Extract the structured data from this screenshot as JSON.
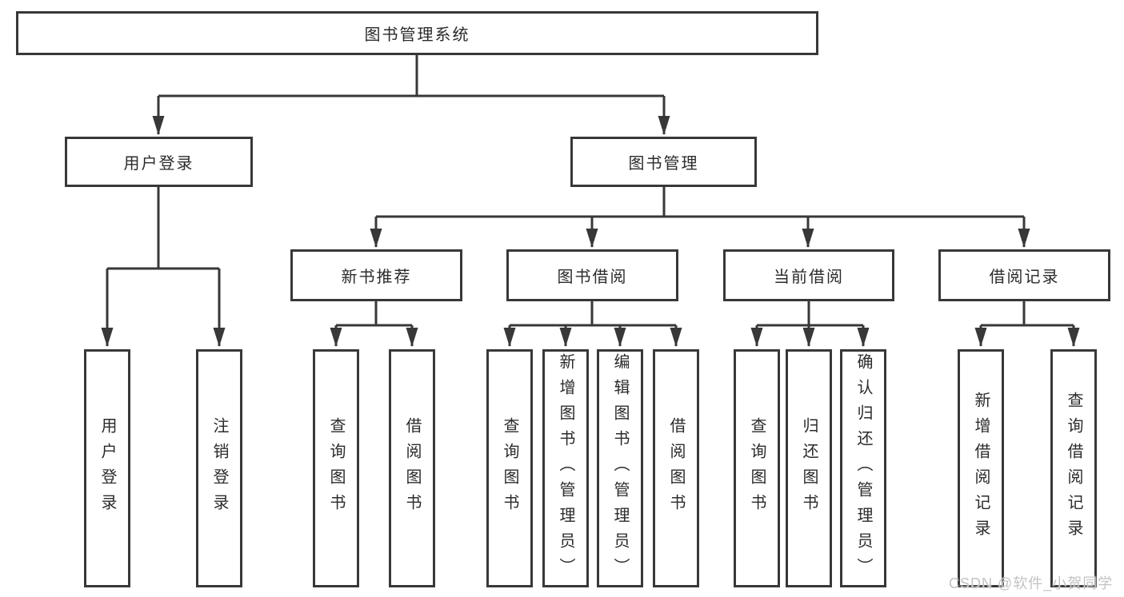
{
  "diagram": {
    "root": {
      "label": "图书管理系统"
    },
    "branches": [
      {
        "label": "用户登录",
        "children": [
          {
            "label": "用户登录"
          },
          {
            "label": "注销登录"
          }
        ]
      },
      {
        "label": "图书管理",
        "children": [
          {
            "label": "新书推荐",
            "children": [
              {
                "label": "查询图书"
              },
              {
                "label": "借阅图书"
              }
            ]
          },
          {
            "label": "图书借阅",
            "children": [
              {
                "label": "查询图书"
              },
              {
                "label": "新增图书（管理员）"
              },
              {
                "label": "编辑图书（管理员）"
              },
              {
                "label": "借阅图书"
              }
            ]
          },
          {
            "label": "当前借阅",
            "children": [
              {
                "label": "查询图书"
              },
              {
                "label": "归还图书"
              },
              {
                "label": "确认归还（管理员）"
              }
            ]
          },
          {
            "label": "借阅记录",
            "children": [
              {
                "label": "新增借阅记录"
              },
              {
                "label": "查询借阅记录"
              }
            ]
          }
        ]
      }
    ]
  },
  "watermark": {
    "text": "CSDN @软件_小贺同学"
  },
  "colors": {
    "line": "#383838",
    "text": "#2b2b2b",
    "watermark": "#c3c3c3",
    "background": "#ffffff"
  }
}
